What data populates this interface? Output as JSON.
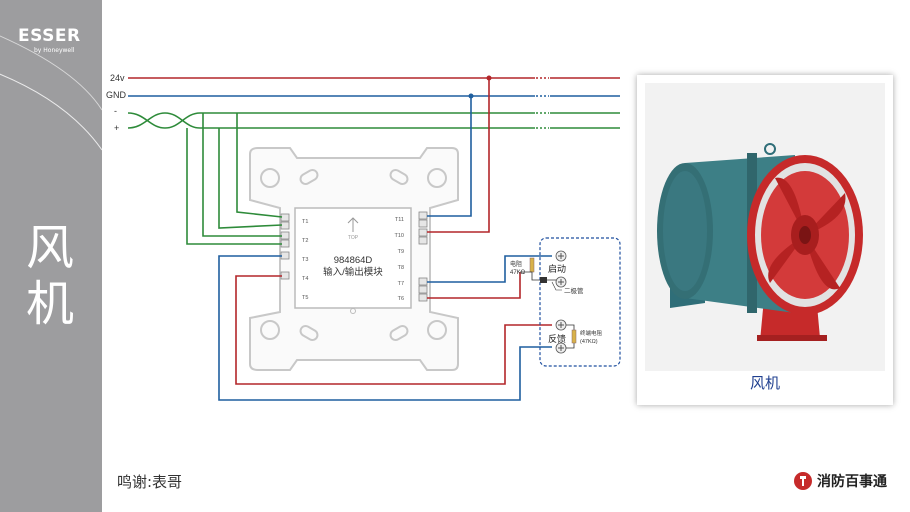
{
  "sidebar": {
    "brand": "ESSER",
    "brand_sub": "by Honeywell",
    "title": "风机"
  },
  "rails": {
    "v24": "24v",
    "gnd": "GND",
    "neg": "-",
    "pos": "+"
  },
  "module": {
    "model": "984864D",
    "name": "输入/输出模块",
    "top_mark": "TOP",
    "terminals_left": [
      "T1",
      "T2",
      "T3",
      "T4",
      "T5"
    ],
    "terminals_right": [
      "T11",
      "T10",
      "T9",
      "T8",
      "T7",
      "T6"
    ]
  },
  "relay_box": {
    "start_label": "启动",
    "feedback_label": "反馈",
    "resistor_label_line1": "电阻",
    "resistor_label_line2": "47KΩ",
    "diode_label": "二极管",
    "eol_label_line1": "终端电阻",
    "eol_label_line2": "(47KΩ)"
  },
  "photo": {
    "caption": "风机"
  },
  "footer": {
    "credit": "鸣谢:表哥",
    "logo_text": "消防百事通"
  },
  "colors": {
    "red": "#b3262a",
    "blue": "#1f5f9f",
    "green": "#2e8b3a",
    "sidebar": "#9d9d9f",
    "box_border": "#1f4f9f"
  }
}
